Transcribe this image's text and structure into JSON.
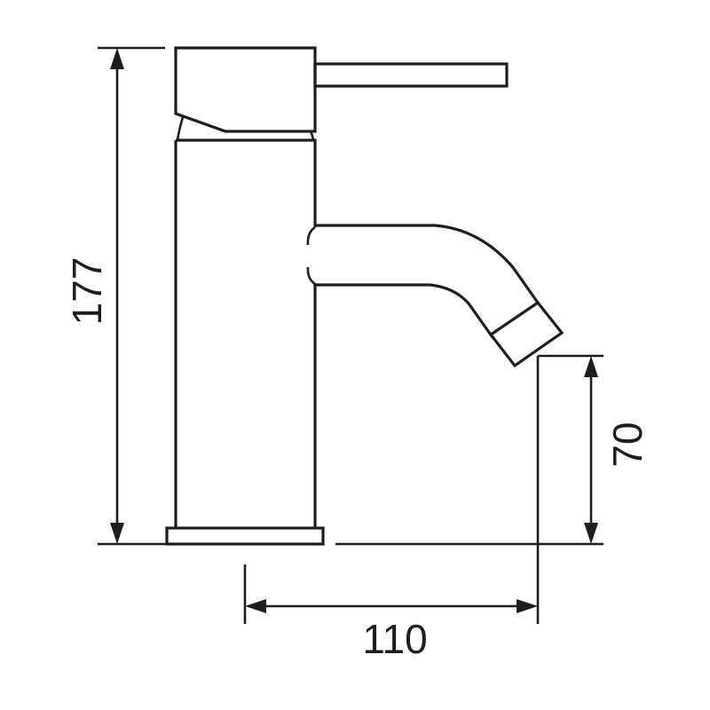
{
  "drawing": {
    "subject": "single lever basin mixer tap technical drawing",
    "line_color": "#1e1e1e",
    "background": "#ffffff"
  },
  "dimensions": {
    "height_total": {
      "value": "177",
      "orientation": "vertical"
    },
    "spout_height": {
      "value": "70",
      "orientation": "vertical"
    },
    "spout_reach": {
      "value": "110",
      "orientation": "horizontal"
    }
  }
}
